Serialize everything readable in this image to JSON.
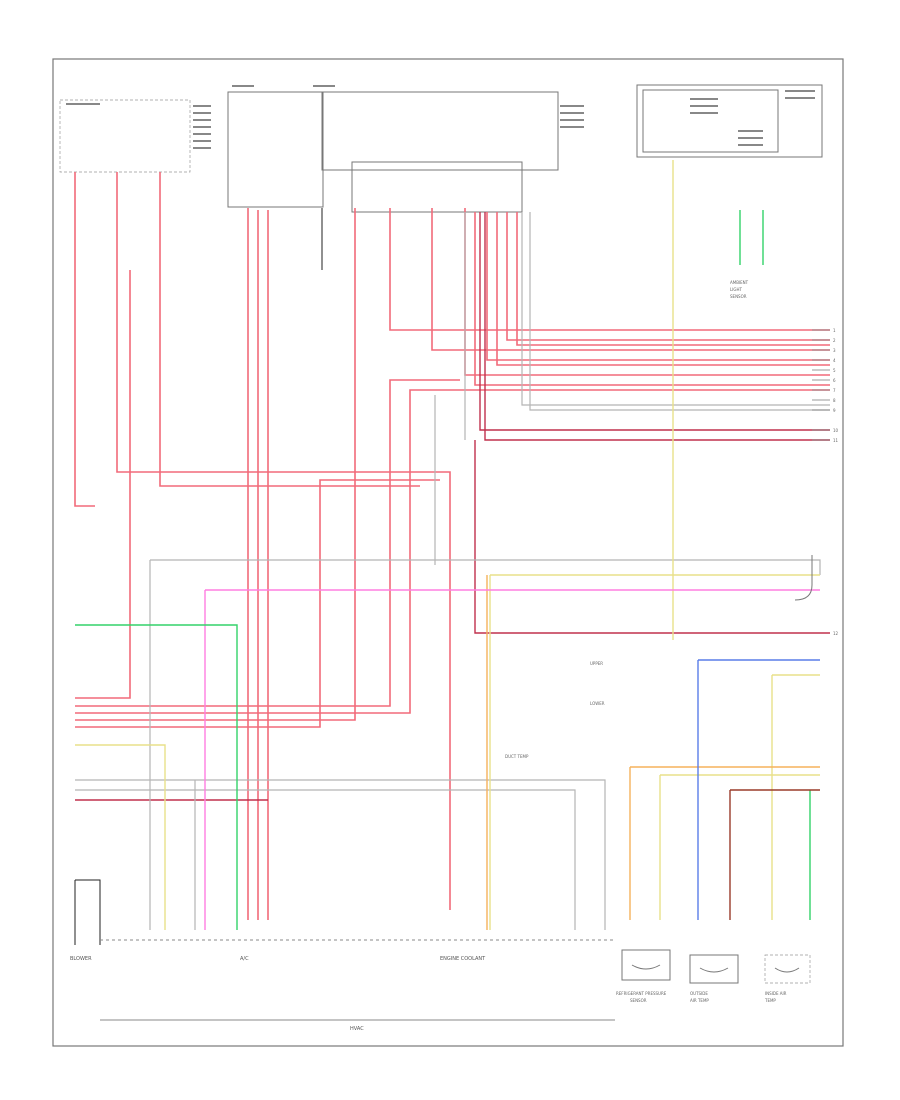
{
  "diagram": {
    "labels": [
      "BLOWER",
      "A/C",
      "ENGINE COOLANT",
      "HVAC",
      "REFRIGERANT PRESSURE",
      "SENSOR",
      "OUTSIDE",
      "AIR TEMP",
      "INSIDE AIR",
      "TEMP",
      "UPPER",
      "LOWER",
      "DUCT TEMP",
      "AMBIENT",
      "LIGHT",
      "SENSOR"
    ],
    "connector_pins": [
      "1",
      "2",
      "3",
      "4",
      "5",
      "6",
      "7",
      "8",
      "9",
      "10",
      "11",
      "12"
    ]
  },
  "colors": {
    "red": "#f26a7a",
    "pink": "#ff7ee0",
    "green": "#34d26a",
    "blue": "#5a7de8",
    "orange": "#f5b25c",
    "yellow": "#e8e08a",
    "brown": "#9a3b2a",
    "gray": "#b5b5b5",
    "darkred": "#c0314d"
  }
}
